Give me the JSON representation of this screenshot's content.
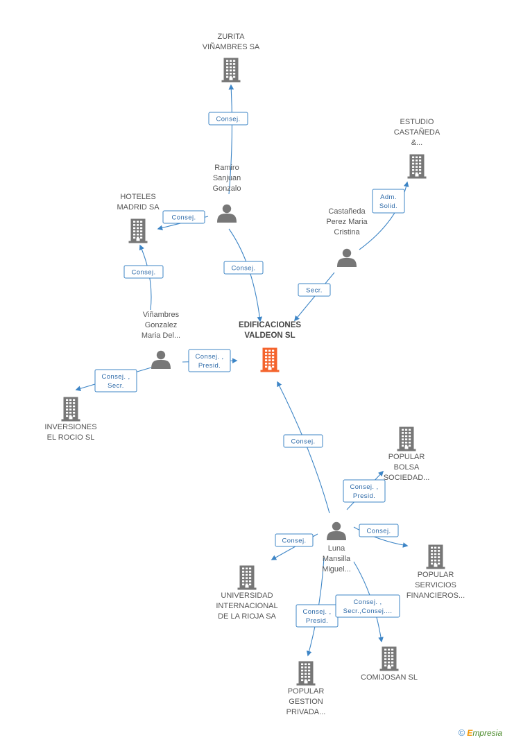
{
  "nodes": [
    {
      "id": "main",
      "type": "company",
      "center": true,
      "lines": [
        "EDIFICACIONES",
        "VALDEON SL"
      ],
      "color": "#f4632c"
    },
    {
      "id": "zurita",
      "type": "company",
      "lines": [
        "ZURITA",
        "VIÑAMBRES SA"
      ],
      "color": "#777777"
    },
    {
      "id": "estudio",
      "type": "company",
      "lines": [
        "ESTUDIO",
        "CASTAÑEDA",
        "&..."
      ],
      "color": "#777777"
    },
    {
      "id": "hoteles",
      "type": "company",
      "lines": [
        "HOTELES",
        "MADRID SA"
      ],
      "color": "#777777"
    },
    {
      "id": "inversiones",
      "type": "company",
      "lines": [
        "INVERSIONES",
        "EL ROCIO SL"
      ],
      "color": "#777777"
    },
    {
      "id": "bolsa",
      "type": "company",
      "lines": [
        "POPULAR",
        "BOLSA",
        "SOCIEDAD..."
      ],
      "color": "#777777"
    },
    {
      "id": "servicios",
      "type": "company",
      "lines": [
        "POPULAR",
        "SERVICIOS",
        "FINANCIEROS..."
      ],
      "color": "#777777"
    },
    {
      "id": "unir",
      "type": "company",
      "lines": [
        "UNIVERSIDAD",
        "INTERNACIONAL",
        "DE LA RIOJA SA"
      ],
      "color": "#777777"
    },
    {
      "id": "comijosan",
      "type": "company",
      "lines": [
        "COMIJOSAN SL"
      ],
      "color": "#777777"
    },
    {
      "id": "gestion",
      "type": "company",
      "lines": [
        "POPULAR",
        "GESTION",
        "PRIVADA..."
      ],
      "color": "#777777"
    },
    {
      "id": "ramiro",
      "type": "person",
      "lines": [
        "Ramiro",
        "Sanjuan",
        "Gonzalo"
      ],
      "color": "#777777"
    },
    {
      "id": "castaneda",
      "type": "person",
      "lines": [
        "Castañeda",
        "Perez Maria",
        "Cristina"
      ],
      "color": "#777777"
    },
    {
      "id": "vinambres",
      "type": "person",
      "lines": [
        "Viñambres",
        "Gonzalez",
        "Maria Del..."
      ],
      "color": "#777777"
    },
    {
      "id": "luna",
      "type": "person",
      "lines": [
        "Luna",
        "Mansilla",
        "Miguel..."
      ],
      "color": "#777777"
    }
  ],
  "edges": [
    {
      "from": "ramiro",
      "to": "zurita",
      "label": [
        "Consej."
      ]
    },
    {
      "from": "ramiro",
      "to": "hoteles",
      "label": [
        "Consej."
      ]
    },
    {
      "from": "ramiro",
      "to": "main",
      "label": [
        "Consej."
      ]
    },
    {
      "from": "castaneda",
      "to": "estudio",
      "label": [
        "Adm.",
        "Solid."
      ]
    },
    {
      "from": "castaneda",
      "to": "main",
      "label": [
        "Secr."
      ]
    },
    {
      "from": "vinambres",
      "to": "hoteles",
      "label": [
        "Consej."
      ]
    },
    {
      "from": "vinambres",
      "to": "main",
      "label": [
        "Consej. ,",
        "Presid."
      ]
    },
    {
      "from": "vinambres",
      "to": "inversiones",
      "label": [
        "Consej. ,",
        "Secr."
      ]
    },
    {
      "from": "luna",
      "to": "main",
      "label": [
        "Consej."
      ]
    },
    {
      "from": "luna",
      "to": "bolsa",
      "label": [
        "Consej. ,",
        "Presid."
      ]
    },
    {
      "from": "luna",
      "to": "servicios",
      "label": [
        "Consej."
      ]
    },
    {
      "from": "luna",
      "to": "unir",
      "label": [
        "Consej."
      ]
    },
    {
      "from": "luna",
      "to": "gestion",
      "label": [
        "Consej. ,",
        "Presid."
      ]
    },
    {
      "from": "luna",
      "to": "comijosan",
      "label": [
        "Consej. ,",
        "Secr.,Consej...."
      ]
    }
  ],
  "copyright": {
    "symbol": "©",
    "brand_initial": "E",
    "brand_rest": "mpresia"
  }
}
